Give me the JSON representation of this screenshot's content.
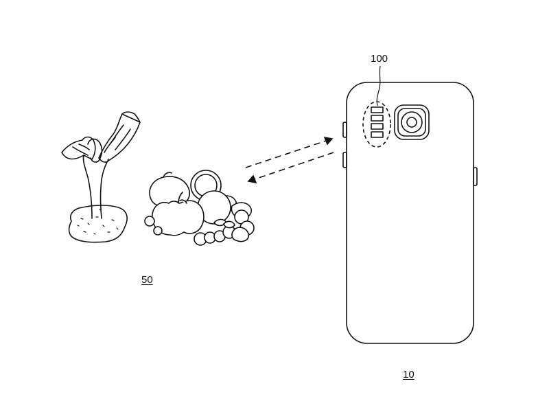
{
  "labels": {
    "sensor_ref": "100",
    "objects_ref": "50",
    "device_ref": "10"
  }
}
